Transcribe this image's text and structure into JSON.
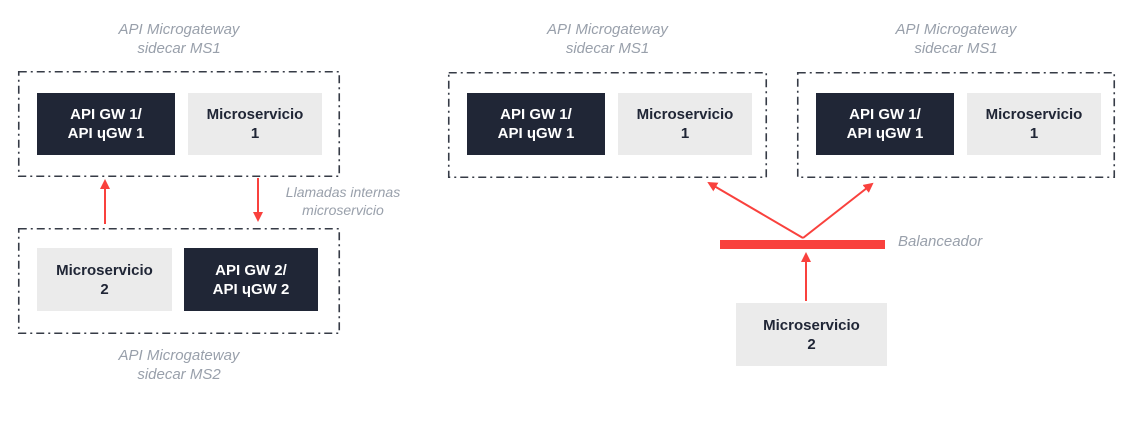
{
  "figure": {
    "left_pattern": {
      "sidecar_ms1": {
        "title": "API Microgateway\nsidecar MS1",
        "gateway_label": "API GW 1/\nAPI ɥGW 1",
        "microservice_label": "Microservicio\n1"
      },
      "internal_calls_label": "Llamadas internas\nmicroservicio",
      "sidecar_ms2": {
        "title": "API Microgateway\nsidecar MS2",
        "microservice_label": "Microservicio\n2",
        "gateway_label": "API GW 2/\nAPI ɥGW 2"
      }
    },
    "right_pattern": {
      "sidecar_ms1_left": {
        "title": "API Microgateway\nsidecar MS1",
        "gateway_label": "API GW 1/\nAPI ɥGW 1",
        "microservice_label": "Microservicio\n1"
      },
      "sidecar_ms1_right": {
        "title": "API Microgateway\nsidecar MS1",
        "gateway_label": "API GW 1/\nAPI ɥGW 1",
        "microservice_label": "Microservicio\n1"
      },
      "balancer_label": "Balanceador",
      "microservice_2_label": "Microservicio\n2"
    },
    "colors": {
      "gateway_box_bg": "#202636",
      "gateway_box_text": "#ffffff",
      "microservice_box_bg": "#ebebeb",
      "microservice_box_text": "#202636",
      "arrow_and_balancer": "#f9413d",
      "title_text": "#99a0ab",
      "dashed_border": "#363b46"
    }
  }
}
